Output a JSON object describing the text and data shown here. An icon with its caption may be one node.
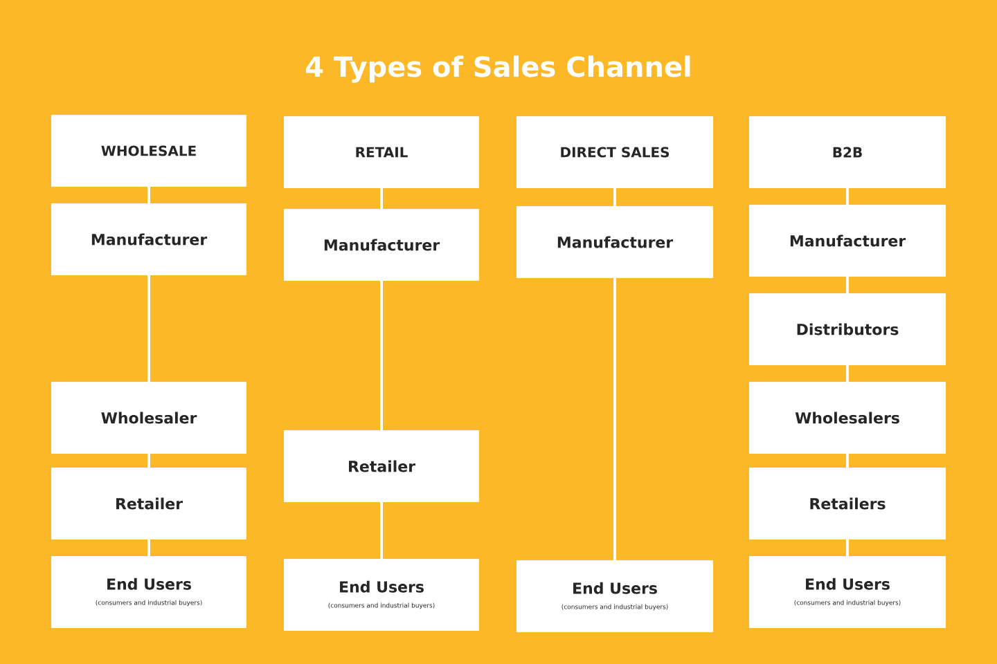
{
  "diagram": {
    "title": "4 Types of Sales Channel",
    "nodes": [
      {
        "text": [
          "WHOLESALE"
        ]
      },
      {
        "text": [
          "Manufacturer"
        ]
      },
      {
        "text": [
          "Wholesaler"
        ]
      },
      {
        "text": [
          "Retailer"
        ]
      },
      {
        "text": [
          "End Users",
          "(consumers and industrial buyers)"
        ]
      },
      {
        "text": [
          "RETAIL"
        ]
      },
      {
        "text": [
          "Manufacturer"
        ]
      },
      {
        "text": [
          "Retailer"
        ]
      },
      {
        "text": [
          "End Users",
          "(consumers and industrial buyers)"
        ]
      },
      {
        "text": [
          "DIRECT SALES"
        ]
      },
      {
        "text": [
          "Manufacturer"
        ]
      },
      {
        "text": [
          "End Users",
          "(consumers and industrial buyers)"
        ]
      },
      {
        "text": [
          "B2B"
        ]
      },
      {
        "text": [
          "Manufacturer"
        ]
      },
      {
        "text": [
          "Distributors"
        ]
      },
      {
        "text": [
          "Wholesalers"
        ]
      },
      {
        "text": [
          "Retailers"
        ]
      },
      {
        "text": [
          "End Users",
          "(consumers and industrial buyers)"
        ]
      }
    ],
    "edges": [
      {
        "from": 0,
        "to": 1,
        "arrow": "none"
      },
      {
        "from": 1,
        "to": 2,
        "arrow": "none"
      },
      {
        "from": 2,
        "to": 3,
        "arrow": "none"
      },
      {
        "from": 3,
        "to": 4,
        "arrow": "none"
      },
      {
        "from": 5,
        "to": 6,
        "arrow": "none"
      },
      {
        "from": 6,
        "to": 7,
        "arrow": "none"
      },
      {
        "from": 7,
        "to": 8,
        "arrow": "none"
      },
      {
        "from": 9,
        "to": 10,
        "arrow": "none"
      },
      {
        "from": 10,
        "to": 11,
        "arrow": "none"
      },
      {
        "from": 12,
        "to": 13,
        "arrow": "none"
      },
      {
        "from": 13,
        "to": 14,
        "arrow": "none"
      },
      {
        "from": 14,
        "to": 15,
        "arrow": "none"
      },
      {
        "from": 15,
        "to": 16,
        "arrow": "none"
      },
      {
        "from": 16,
        "to": 17,
        "arrow": "none"
      }
    ]
  }
}
